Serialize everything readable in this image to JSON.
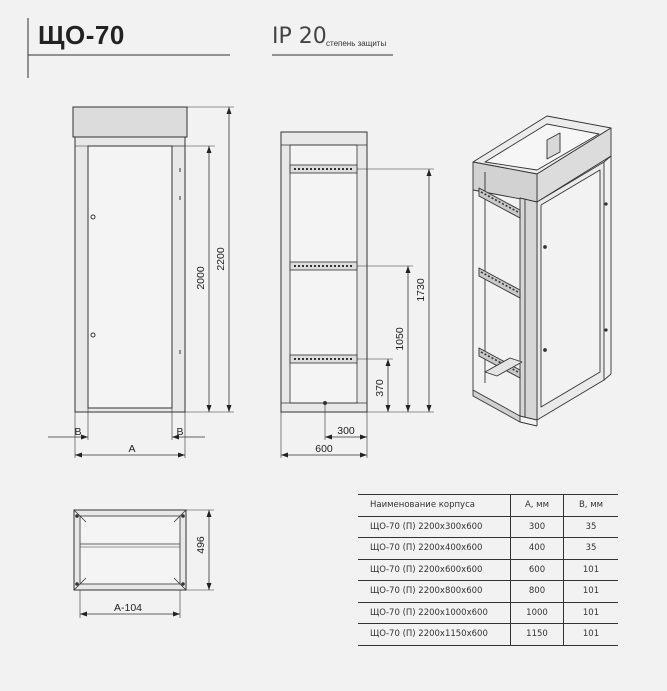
{
  "header": {
    "title": "ЩО-70",
    "protection_code": "IP 20",
    "protection_label": "степень защиты"
  },
  "front_view": {
    "height_inner": "2000",
    "height_total": "2200",
    "side_left": "B",
    "side_right": "B",
    "width": "A"
  },
  "side_view": {
    "h_top": "1730",
    "h_mid": "1050",
    "h_low": "370",
    "depth_half": "300",
    "depth": "600"
  },
  "top_view": {
    "depth": "496",
    "width": "A-104"
  },
  "table": {
    "headers": [
      "Наименование корпуса",
      "А, мм",
      "В, мм"
    ],
    "rows": [
      [
        "ЩО-70 (П) 2200x300x600",
        "300",
        "35"
      ],
      [
        "ЩО-70 (П) 2200x400x600",
        "400",
        "35"
      ],
      [
        "ЩО-70 (П) 2200x600x600",
        "600",
        "101"
      ],
      [
        "ЩО-70 (П) 2200x800x600",
        "800",
        "101"
      ],
      [
        "ЩО-70 (П) 2200x1000x600",
        "1000",
        "101"
      ],
      [
        "ЩО-70 (П) 2200x1150x600",
        "1150",
        "101"
      ]
    ]
  }
}
